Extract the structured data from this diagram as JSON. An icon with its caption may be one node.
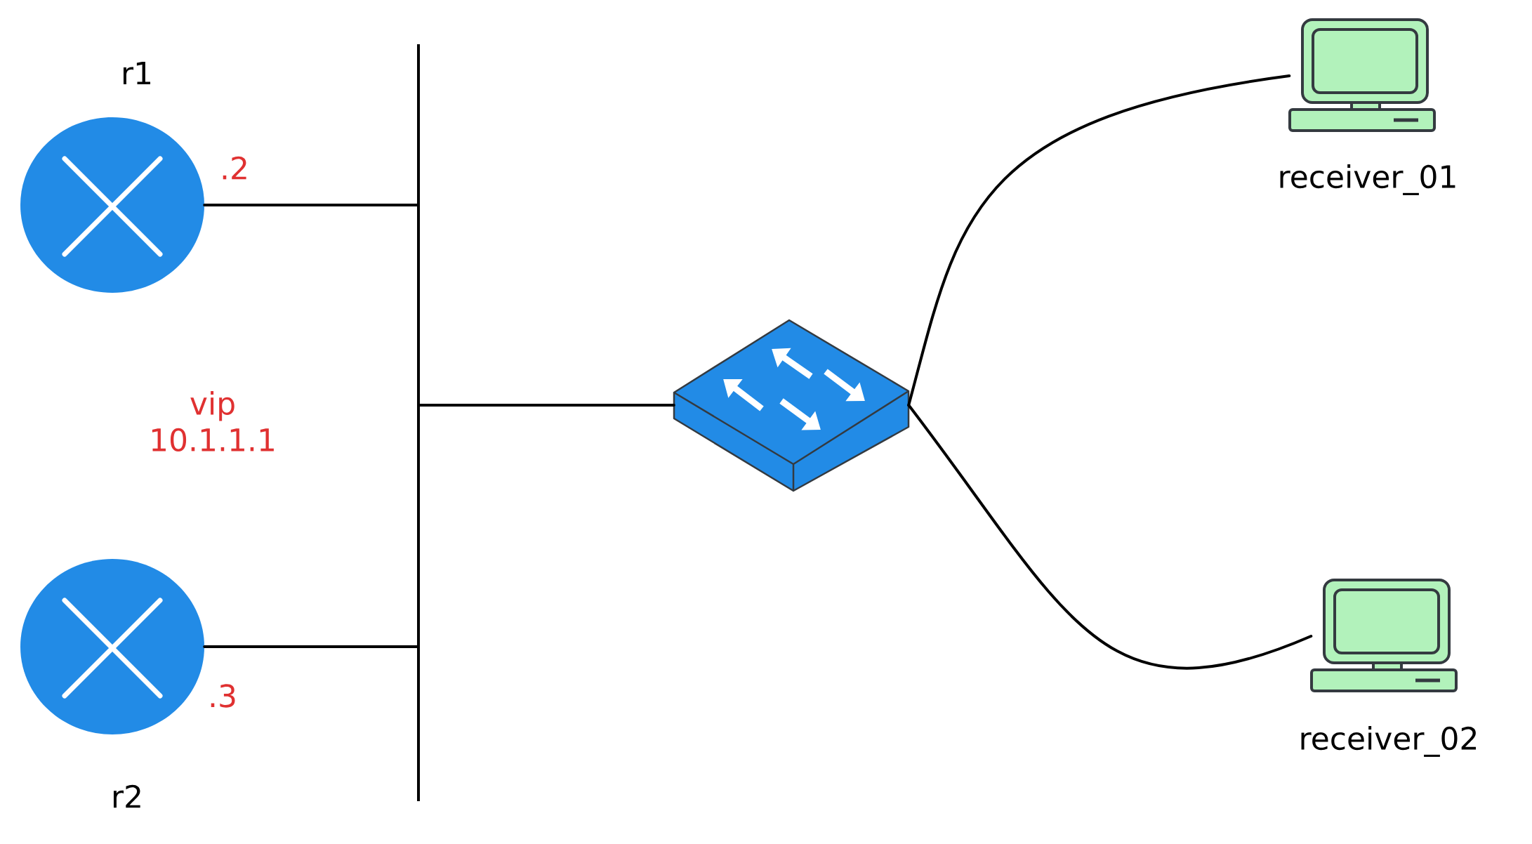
{
  "diagram": {
    "nodes": [
      {
        "text": [
          "r1"
        ]
      },
      {
        "text": [],
        "shape": "bar"
      },
      {
        "text": [
          "r2"
        ]
      },
      {
        "text": [],
        "shape": "picture"
      },
      {
        "text": [
          "receiver_01"
        ]
      },
      {
        "text": [
          "receiver_02"
        ]
      }
    ],
    "edges": [
      {
        "from": 0,
        "to": 1,
        "arrow": "none"
      },
      {
        "from": 2,
        "to": 1,
        "arrow": "none"
      },
      {
        "from": 1,
        "to": 3,
        "arrow": "none"
      },
      {
        "from": 3,
        "to": 4,
        "arrow": "none"
      },
      {
        "from": 3,
        "to": 5,
        "arrow": "none"
      }
    ],
    "labels": [
      ".2",
      "vip 10.1.1.1",
      ".3"
    ]
  }
}
